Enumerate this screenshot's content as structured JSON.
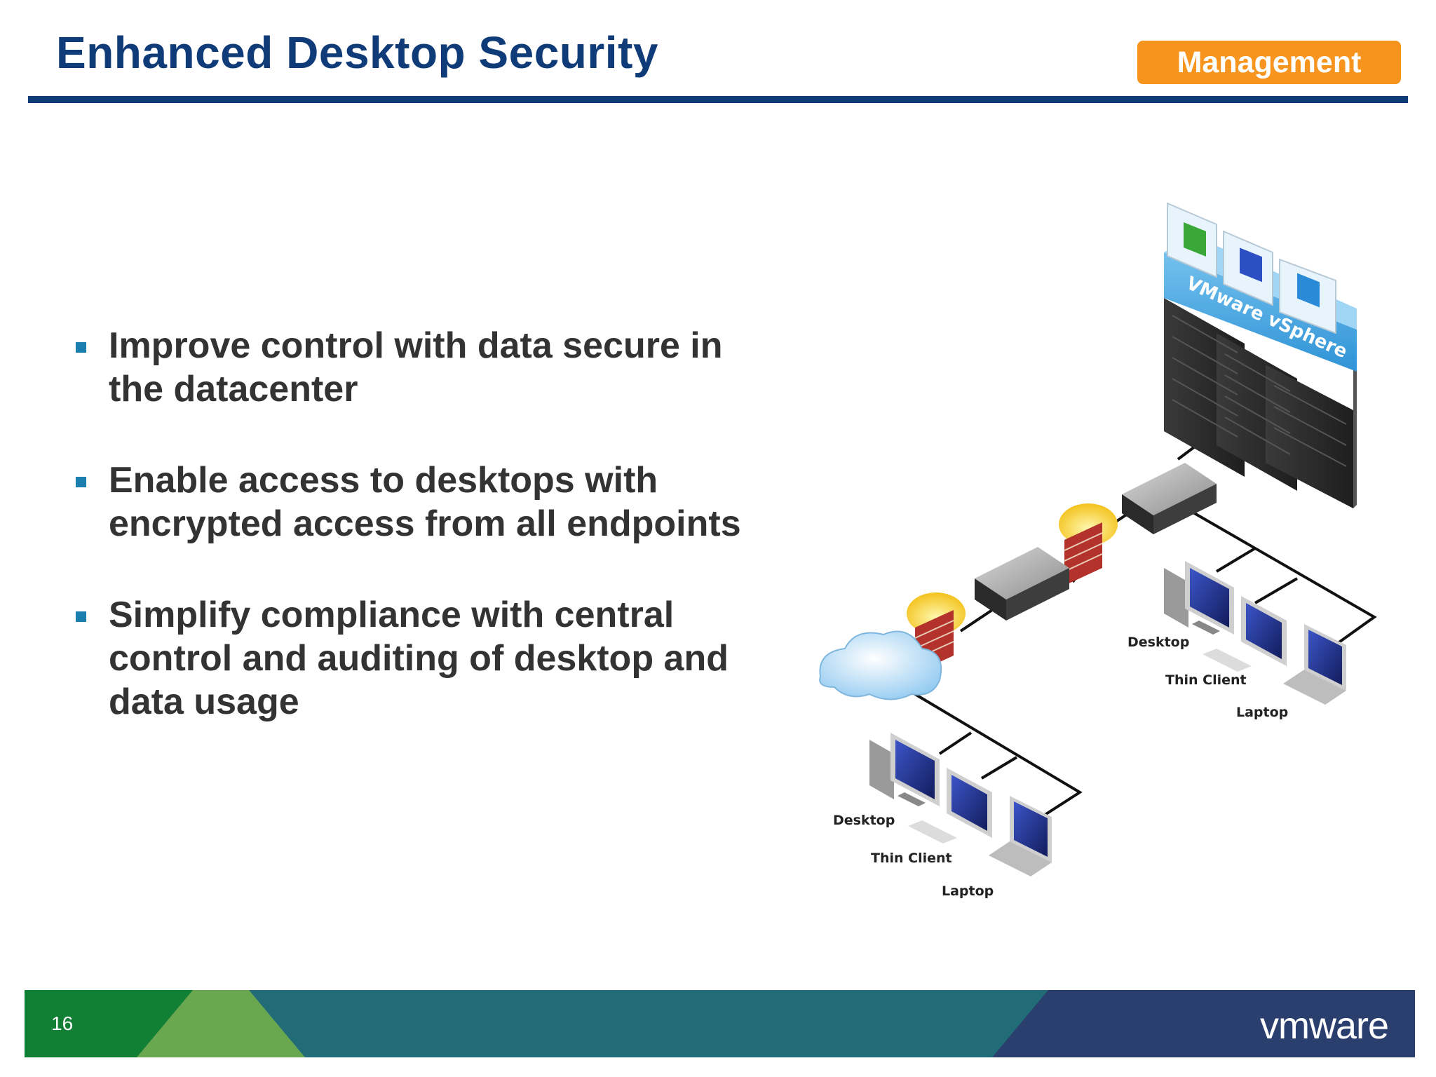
{
  "slide": {
    "title": "Enhanced Desktop Security",
    "badge": "Management",
    "page_number": "16",
    "logo_text": "vmware"
  },
  "bullets": [
    "Improve control with data secure in the datacenter",
    "Enable access to desktops with encrypted access from all endpoints",
    "Simplify compliance with central control and auditing of desktop and data usage"
  ],
  "diagram": {
    "platform_label": "VMware vSphere",
    "upper_group": {
      "desktop": "Desktop",
      "thin_client": "Thin Client",
      "laptop": "Laptop"
    },
    "lower_group": {
      "desktop": "Desktop",
      "thin_client": "Thin Client",
      "laptop": "Laptop"
    }
  },
  "colors": {
    "title": "#0f3c78",
    "badge": "#f7941d",
    "bullet_marker": "#1a7fae",
    "footer_green": "#118034",
    "footer_teal": "#216c76",
    "footer_navy": "#2b3f6e"
  },
  "icons": [
    "cloud-icon",
    "firewall-icon",
    "server-appliance-icon",
    "server-rack-icon",
    "desktop-icon",
    "thin-client-icon",
    "laptop-icon"
  ]
}
